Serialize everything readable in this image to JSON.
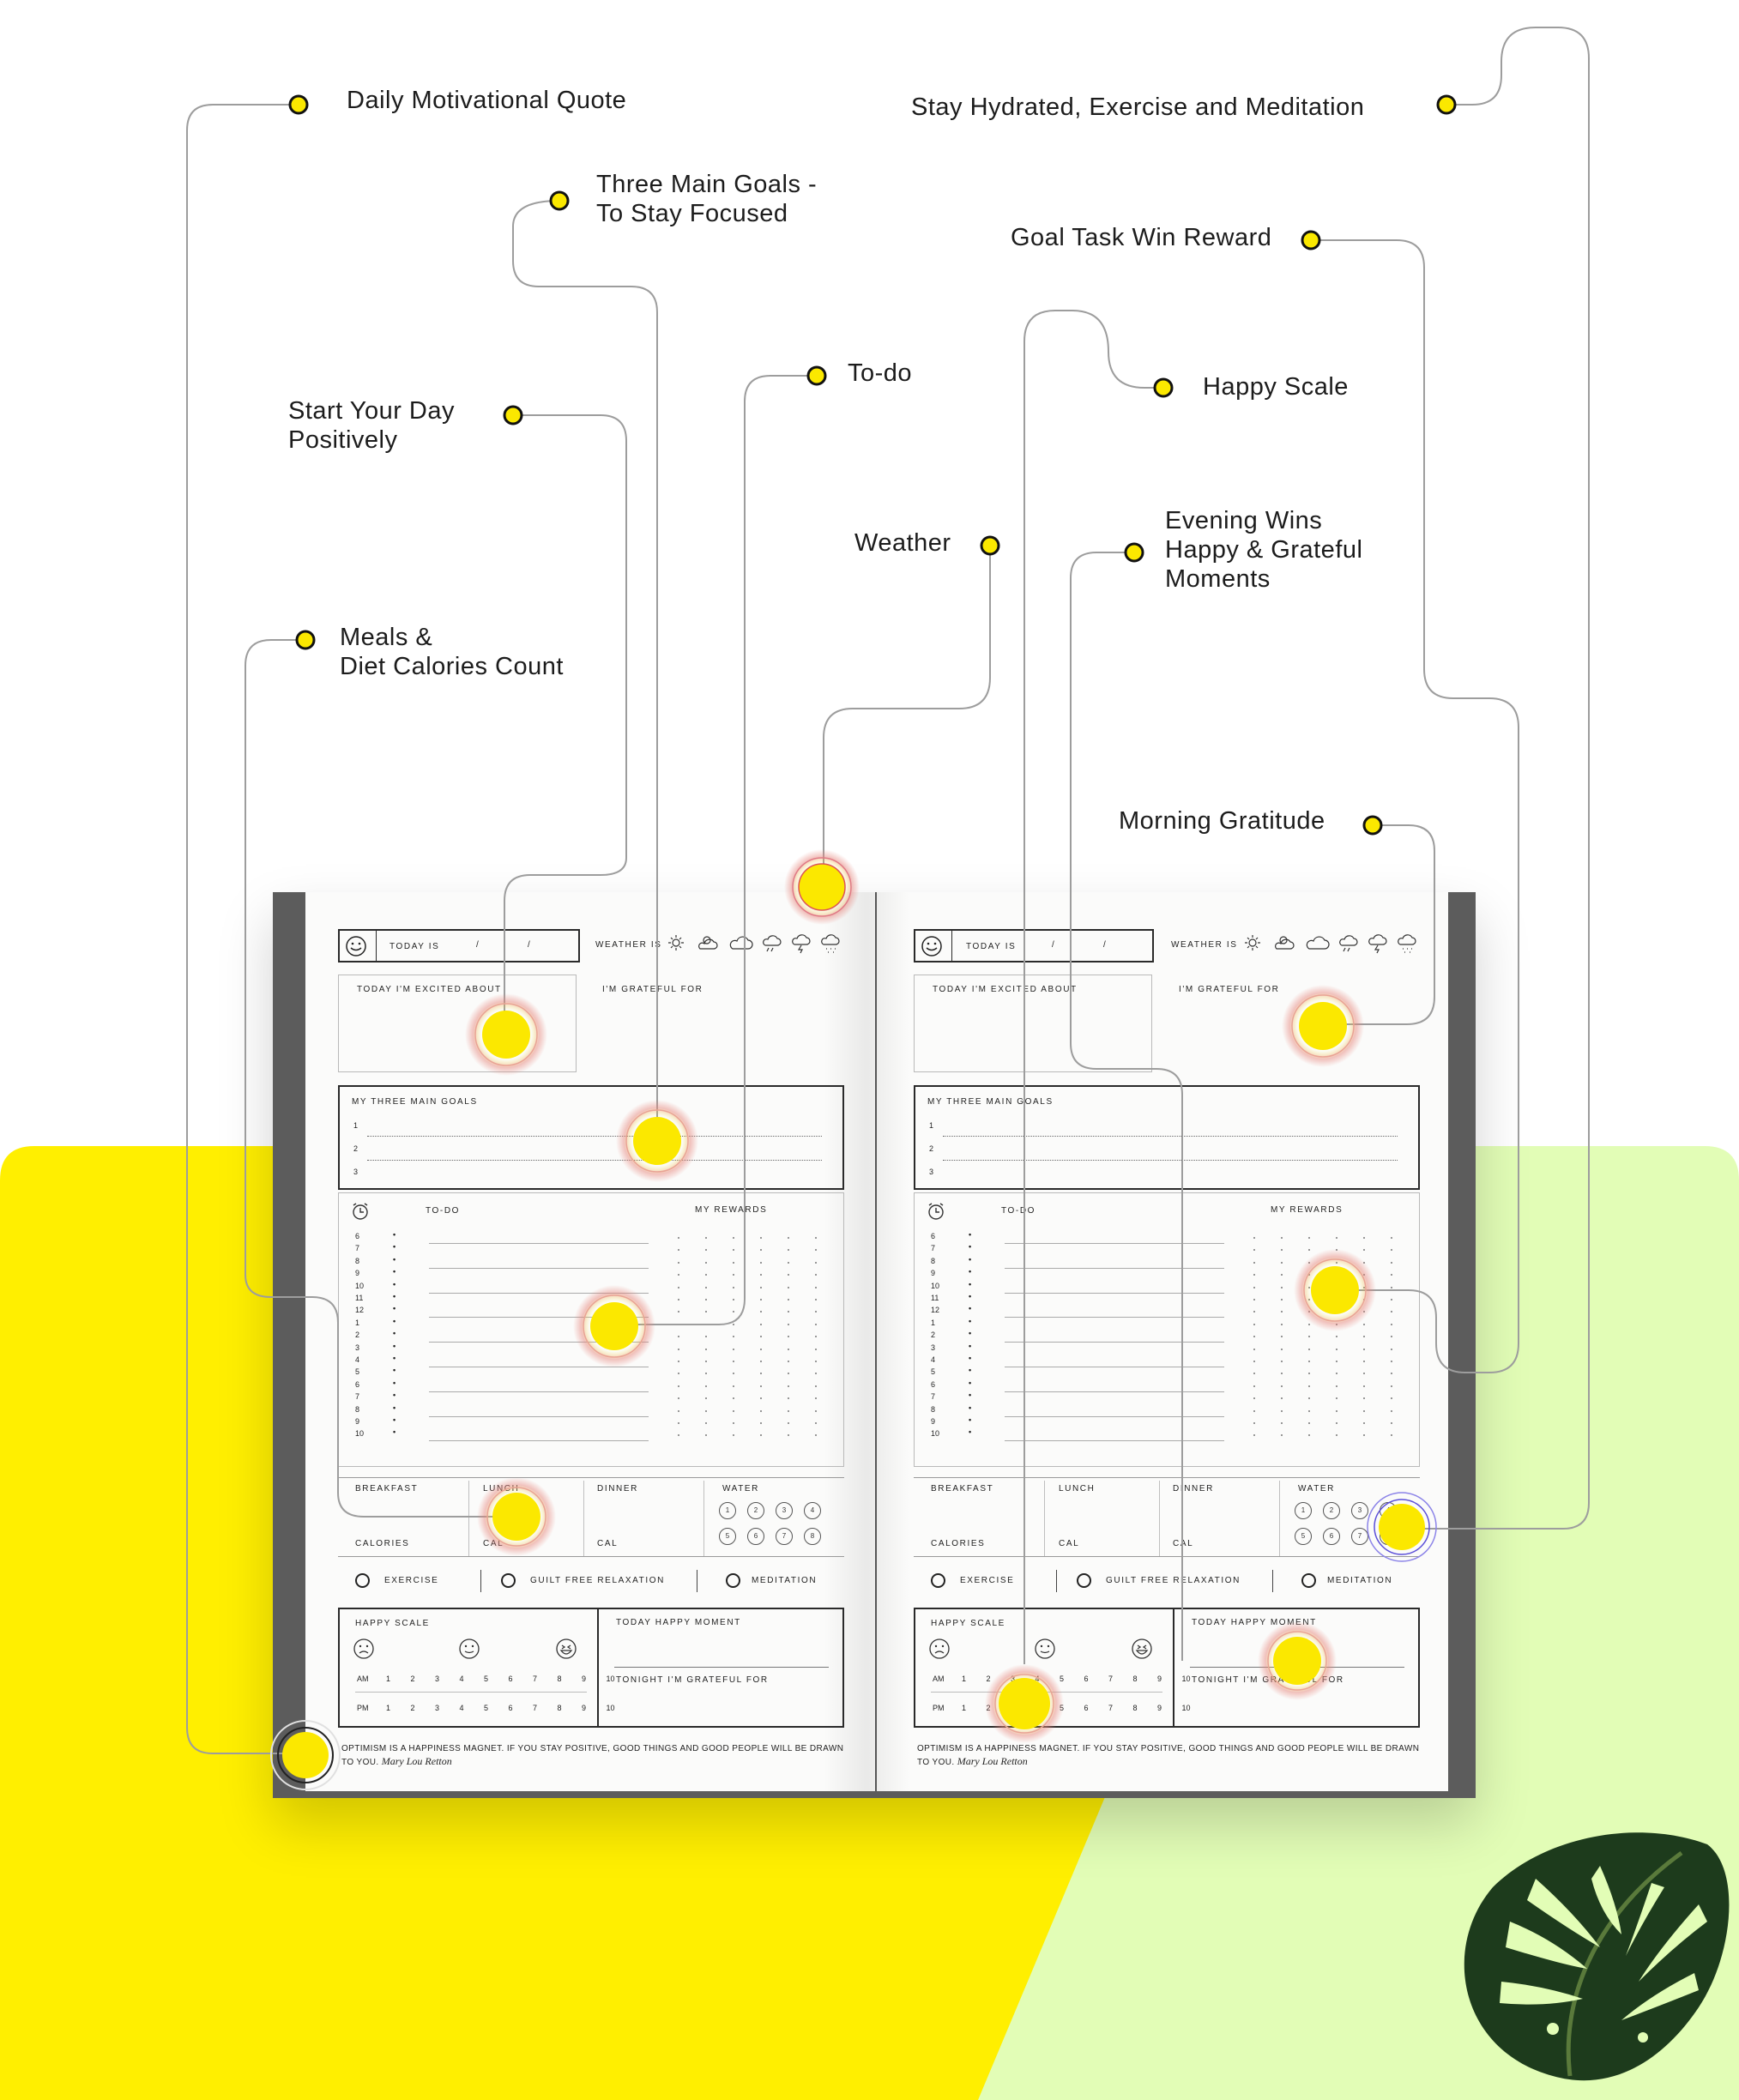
{
  "colors": {
    "yellow": "#FFEF00",
    "lime": "#E2FDB6",
    "marker": "#FBE800",
    "connector": "#9d9d9d",
    "cover": "#5c5c5c"
  },
  "callouts": {
    "daily_quote": "Daily Motivational Quote",
    "three_goals_1": "Three Main Goals -",
    "three_goals_2": "To Stay Focused",
    "start_day_1": "Start Your Day",
    "start_day_2": "Positively",
    "meals_1": "Meals &",
    "meals_2": "Diet Calories Count",
    "hydrated": "Stay Hydrated, Exercise and Meditation",
    "goal_task": "Goal Task Win Reward",
    "todo": "To-do",
    "happy_scale": "Happy Scale",
    "weather": "Weather",
    "evening_1": "Evening Wins",
    "evening_2": "Happy & Grateful",
    "evening_3": "Moments",
    "morning": "Morning Gratitude"
  },
  "planner": {
    "today_is": "TODAY IS",
    "slash": "/",
    "weather_is": "WEATHER IS",
    "excited": "TODAY I'M EXCITED ABOUT",
    "grateful": "I'M GRATEFUL FOR",
    "three_goals": "MY THREE MAIN GOALS",
    "goal_numbers": [
      "1",
      "2",
      "3"
    ],
    "todo": "TO-DO",
    "rewards": "MY REWARDS",
    "hours": [
      "6",
      "7",
      "8",
      "9",
      "10",
      "11",
      "12",
      "1",
      "2",
      "3",
      "4",
      "5",
      "6",
      "7",
      "8",
      "9",
      "10"
    ],
    "breakfast": "BREAKFAST",
    "lunch": "LUNCH",
    "dinner": "DINNER",
    "water": "WATER",
    "water_numbers": [
      "1",
      "2",
      "3",
      "4",
      "5",
      "6",
      "7",
      "8"
    ],
    "calories": "CALORIES",
    "cal": "CAL",
    "exercise": "EXERCISE",
    "relaxation": "GUILT FREE RELAXATION",
    "meditation": "MEDITATION",
    "happy_scale": "HAPPY SCALE",
    "am": "AM",
    "pm": "PM",
    "scale": [
      "1",
      "2",
      "3",
      "4",
      "5",
      "6",
      "7",
      "8",
      "9",
      "10"
    ],
    "happy_moment": "TODAY HAPPY MOMENT",
    "tonight": "TONIGHT I'M GRATEFUL FOR",
    "quote_1": "OPTIMISM IS A HAPPINESS MAGNET. IF YOU STAY POSITIVE, GOOD THINGS AND GOOD PEOPLE WILL BE DRAWN",
    "quote_2": "TO YOU.",
    "quote_author": "Mary Lou Retton"
  },
  "icons": [
    "smiley-icon",
    "alarm-clock-icon",
    "sun-icon",
    "partly-cloudy-icon",
    "cloud-icon",
    "rain-icon",
    "thunder-icon",
    "snow-icon",
    "sad-face-icon",
    "neutral-face-icon",
    "laughing-face-icon",
    "monstera-leaf"
  ]
}
